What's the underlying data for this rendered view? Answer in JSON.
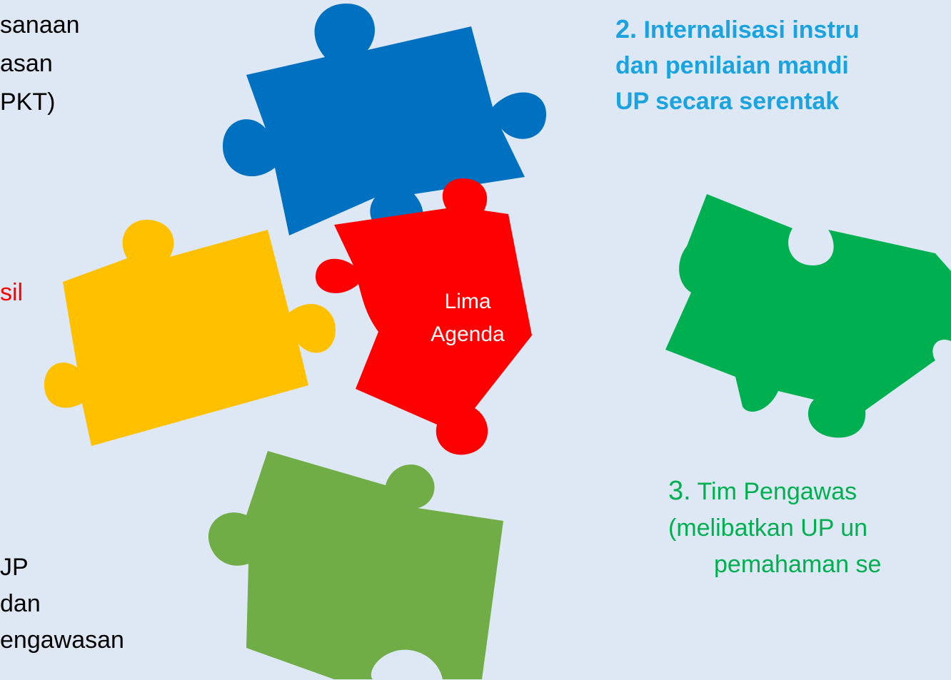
{
  "center_label": {
    "line1": "Lima",
    "line2": "Agenda"
  },
  "agenda_1": {
    "lines": [
      "sanaan",
      "asan",
      "PKT)"
    ]
  },
  "agenda_2": {
    "number": "2.",
    "line1_text": " Internalisasi instru",
    "line2": "dan penilaian mandi",
    "line3": "UP secara serentak"
  },
  "agenda_3": {
    "number": "3.",
    "line1_text": " Tim Pengawas",
    "line2": "(melibatkan UP un",
    "line3": "pemahaman se"
  },
  "agenda_red": {
    "text": "sil"
  },
  "agenda_bottom_left": {
    "lines": [
      "JP",
      "dan",
      "engawasan"
    ]
  },
  "colors": {
    "background": "#dde8f4",
    "blue": "#0070c0",
    "yellow": "#ffc000",
    "red": "#ff0000",
    "dark_green": "#00b050",
    "light_green": "#70ad47",
    "cyan_text": "#1aa3e0"
  }
}
